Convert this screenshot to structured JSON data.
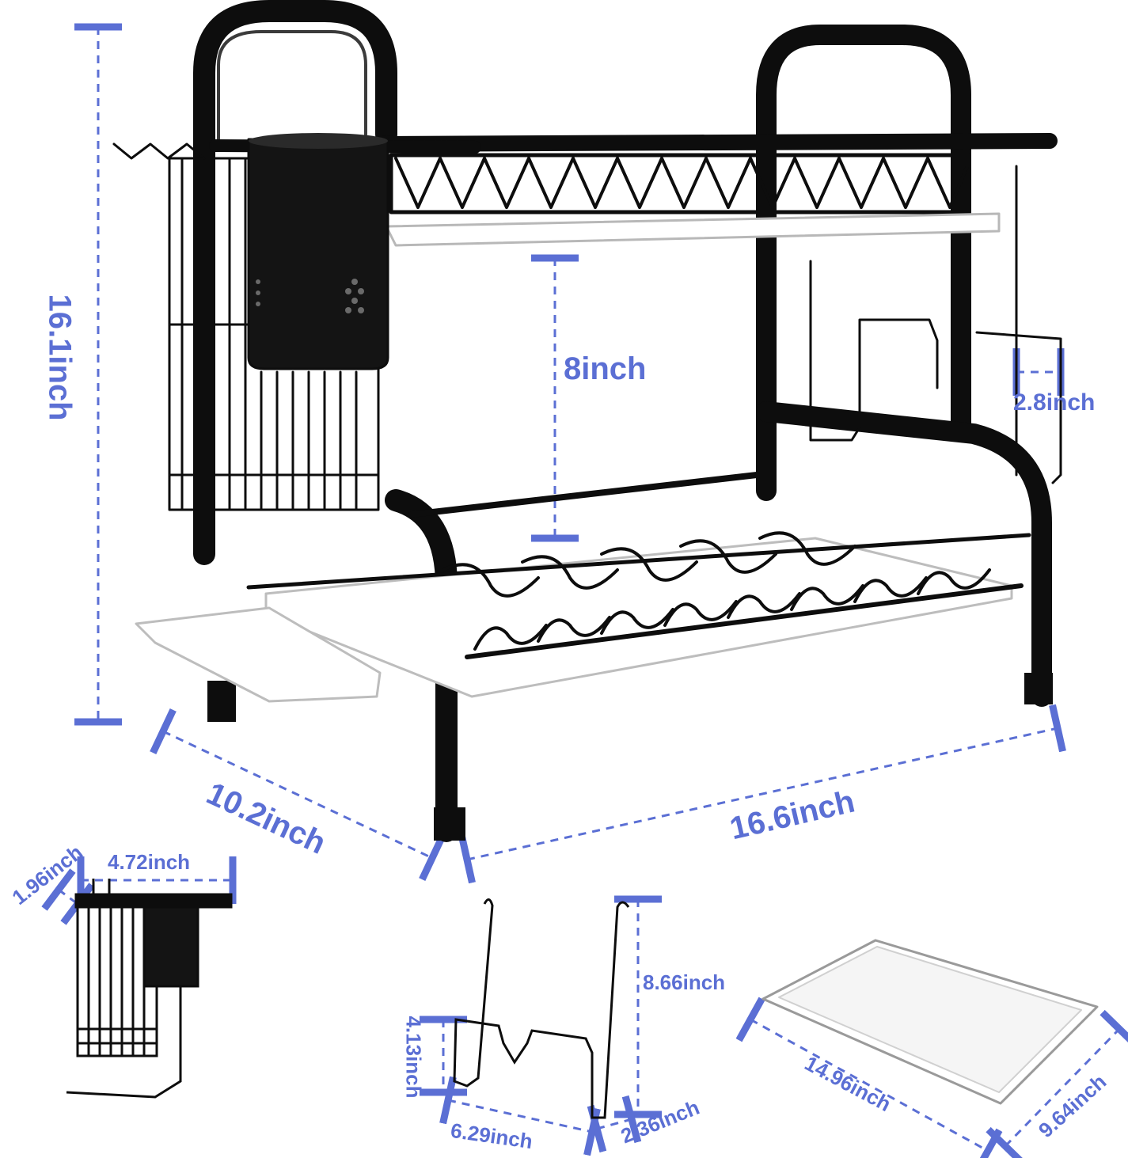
{
  "colors": {
    "dimension": "#5b6fd4",
    "frame": "#0d0d0d",
    "tray": "#ffffff",
    "tray_edge": "#c9c9c9",
    "background": "#ffffff"
  },
  "main_rack": {
    "height": "16.1inch",
    "tier_gap": "8inch",
    "holder_gap": "2.8inch",
    "depth": "10.2inch",
    "width": "16.6inch"
  },
  "utensil_rack": {
    "depth": "1.96inch",
    "width": "4.72inch"
  },
  "board_holder": {
    "inner_height": "4.13inch",
    "height": "8.66inch",
    "length": "6.29inch",
    "gap": "2.36inch"
  },
  "drain_tray": {
    "length": "14.96inch",
    "width": "9.64inch"
  }
}
